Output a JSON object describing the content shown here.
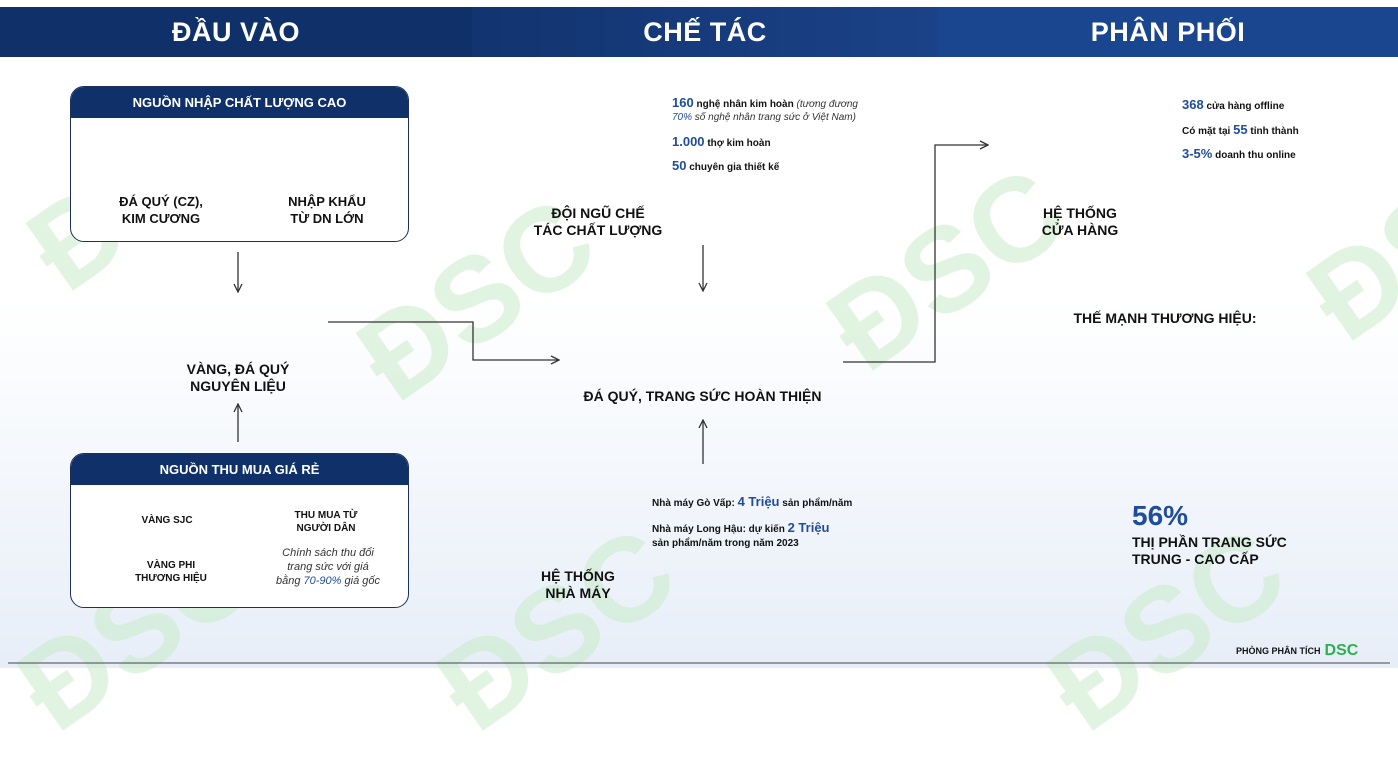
{
  "header": {
    "col1": "ĐẦU VÀO",
    "col2": "CHẾ TÁC",
    "col3": "PHÂN PHỐI"
  },
  "input": {
    "box1": {
      "title": "NGUỒN NHẬP CHẤT LƯỢNG CAO",
      "left_line1": "ĐÁ QUÝ (CZ),",
      "left_line2": "KIM CƯƠNG",
      "right_line1": "NHẬP KHẨU",
      "right_line2": "TỪ DN LỚN"
    },
    "material_line1": "VÀNG, ĐÁ QUÝ",
    "material_line2": "NGUYÊN LIỆU",
    "box2": {
      "title": "NGUỒN THU MUA GIÁ RẺ",
      "sjc": "VÀNG SJC",
      "phi_line1": "VÀNG PHI",
      "phi_line2": "THƯƠNG HIỆU",
      "buy_line1": "THU MUA TỪ",
      "buy_line2": "NGƯỜI DÂN",
      "policy_line1": "Chính sách thu đổi",
      "policy_line2": "trang sức với giá",
      "policy_pre": "bằng ",
      "policy_pct": "70-90%",
      "policy_post": " giá gốc"
    }
  },
  "craft": {
    "stat1_num": "160",
    "stat1_text": " nghệ nhân kim hoàn ",
    "stat1_note1": "(tương đương",
    "stat1_note_pct": "70%",
    "stat1_note2": " số nghệ nhân trang sức ở Việt Nam)",
    "stat2_num": "1.000",
    "stat2_text": " thợ kim hoàn",
    "stat3_num": "50",
    "stat3_text": " chuyên gia thiết kế",
    "team_line1": "ĐỘI NGŨ CHẾ",
    "team_line2": "TÁC CHẤT LƯỢNG",
    "finished": "ĐÁ QUÝ, TRANG SỨC HOÀN THIỆN",
    "factory1_pre": "Nhà máy Gò Vấp: ",
    "factory1_num": "4 Triệu",
    "factory1_post": " sản phẩm/năm",
    "factory2_pre": "Nhà máy Long Hậu: dự kiến ",
    "factory2_num": "2 Triệu",
    "factory2_line2": "sản phẩm/năm trong năm 2023",
    "plant_line1": "HỆ THỐNG",
    "plant_line2": "NHÀ MÁY"
  },
  "distribution": {
    "stat1_num": "368",
    "stat1_text": " cửa hàng offline",
    "stat2_pre": "Có mặt tại ",
    "stat2_num": "55",
    "stat2_post": " tỉnh thành",
    "stat3_num": "3-5%",
    "stat3_text": " doanh thu online",
    "stores_line1": "HỆ THỐNG",
    "stores_line2": "CỬA HÀNG",
    "brand": "THẾ MẠNH THƯƠNG HIỆU:",
    "share_num": "56%",
    "share_line1": "THỊ PHẦN TRANG SỨC",
    "share_line2": "TRUNG - CAO CẤP"
  },
  "footer": {
    "dept": "PHÒNG PHÂN TÍCH",
    "logo": "DSC"
  },
  "colors": {
    "navy": "#10306a",
    "accent_blue": "#1f4d9c",
    "logo_green": "#2bb24c"
  }
}
